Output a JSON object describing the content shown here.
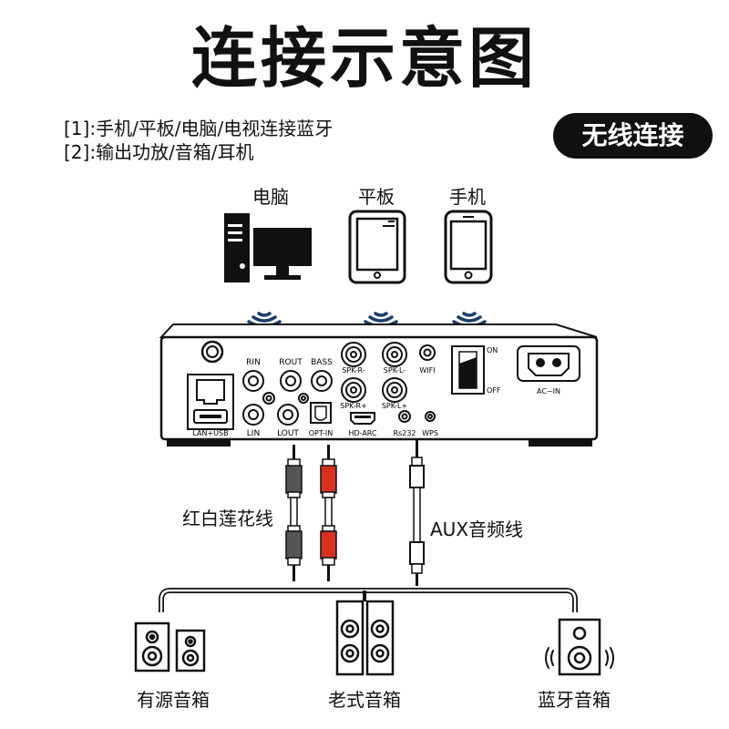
{
  "title": "连接示意图",
  "notes": [
    "[1]:手机/平板/电脑/电视连接蓝牙",
    "[2]:输出功放/音箱/耳机"
  ],
  "badge": "无线连接",
  "devices": {
    "computer": "电脑",
    "tablet": "平板",
    "phone": "手机"
  },
  "panel": {
    "rin": "RIN",
    "rout": "ROUT",
    "bass": "BASS",
    "spk_r_minus": "SPK-R-",
    "spk_l_minus": "SPK-L-",
    "wifi": "WIFI",
    "spk_r_plus": "SPK-R+",
    "spk_l_plus": "SPK-L+",
    "lin": "LIN",
    "lout": "LOUT",
    "opt_in": "OPT-IN",
    "hd_arc": "HD-ARC",
    "rs232": "Rs232",
    "wps": "WPS",
    "lan_usb": "LAN+USB",
    "on": "ON",
    "off": "OFF",
    "ac_in": "AC~IN"
  },
  "cables": {
    "rca": "红白莲花线",
    "aux": "AUX音频线"
  },
  "speakers": {
    "active": "有源音箱",
    "passive": "老式音箱",
    "bluetooth": "蓝牙音箱"
  },
  "colors": {
    "rca_white": "#555555",
    "rca_red": "#d9301f",
    "badge_bg": "#111111"
  }
}
